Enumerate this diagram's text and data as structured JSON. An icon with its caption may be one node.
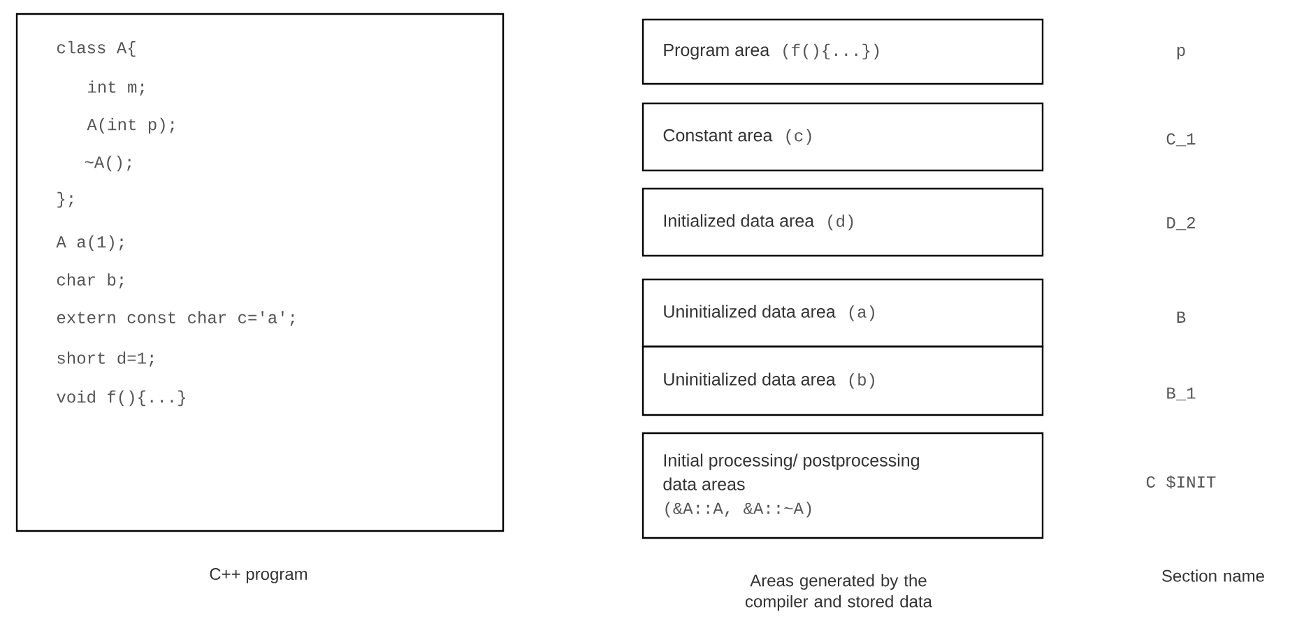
{
  "diagram": {
    "nodes": [
      {
        "text": [
          "class A{",
          "int m;",
          "A(int p);",
          "~A();",
          "};",
          "A a(1);",
          "char b;",
          "extern const char c='a';",
          "short d=1;",
          "void f(){...}"
        ],
        "beside": [
          "C++ program"
        ]
      },
      {
        "text": [
          "Program area",
          "(f(){...})"
        ]
      },
      {
        "text": [
          "Constant area",
          "(c)"
        ]
      },
      {
        "text": [
          "Initialized data area",
          "(d)"
        ]
      },
      {
        "text": [
          "Uninitialized data area",
          "(a)"
        ]
      },
      {
        "text": [
          "Uninitialized data area",
          "(b)"
        ]
      },
      {
        "text": [
          "Initial processing/ postprocessing data areas",
          "(&A::A, &A::~A)"
        ]
      }
    ],
    "labels": [
      "p",
      "C_1",
      "D_2",
      "B",
      "B_1",
      "C $INIT",
      "Areas generated by the compiler and stored data",
      "Section name"
    ]
  }
}
